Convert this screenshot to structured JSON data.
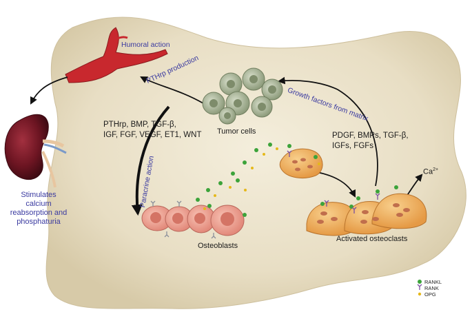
{
  "labels": {
    "humoral_action": "Humoral action",
    "pthrp_production": "PTHrp production",
    "growth_factors": "Growth factors from matrix",
    "tumor_cells": "Tumor cells",
    "factors_left_line1": "PTHrp, BMP, TGF-β,",
    "factors_left_line2": "IGF, FGF, VEGF, ET1, WNT",
    "factors_right_line1": "PDGF, BMPs, TGF-β,",
    "factors_right_line2": "IGFs, FGFs",
    "paracrine_action": "Paracrine action",
    "osteoblasts": "Osteoblasts",
    "activated_osteoclasts": "Activated osteoclasts",
    "calcium": "Ca",
    "calcium_sup": "2+",
    "kidney_line1": "Stimulates",
    "kidney_line2": "calcium",
    "kidney_line3": "reabsorption and",
    "kidney_line4": "phosphaturia"
  },
  "legend": {
    "rankl": "RANKL",
    "rank": "RANK",
    "opg": "OPG"
  },
  "colors": {
    "bone": "#ece3cc",
    "vessel": "#c8282e",
    "kidney": "#7a1a28",
    "tumor": "#a9b79a",
    "osteoblast": "#f1a494",
    "osteoclast": "#f2b163",
    "rankl": "#3ca33a",
    "rank": "#7b4fa0",
    "opg": "#e5b81a",
    "label_blue": "#3a3aa0"
  }
}
